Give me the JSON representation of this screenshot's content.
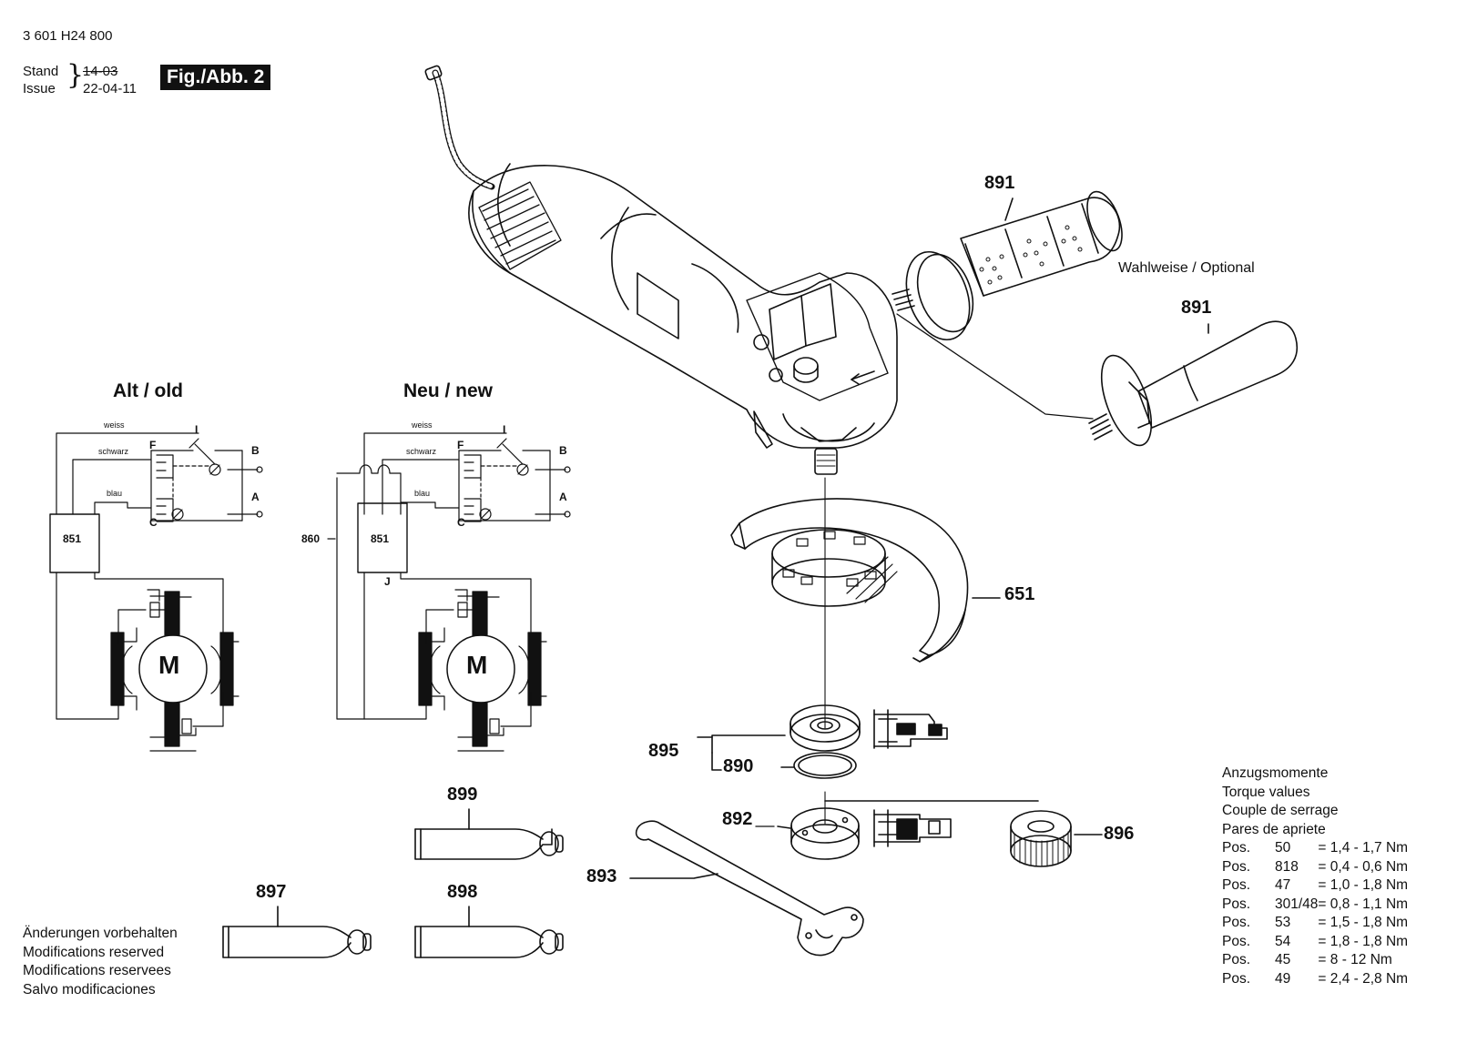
{
  "header": {
    "part_number": "3 601 H24 800",
    "stand_label": "Stand",
    "issue_label": "Issue",
    "old_date": "14-03",
    "new_date": "22-04-11",
    "figure_label": "Fig./Abb. 2"
  },
  "wiring": {
    "old_title": "Alt / old",
    "new_title": "Neu / new",
    "wire_weiss": "weiss",
    "wire_schwarz": "schwarz",
    "wire_blau": "blau",
    "term_I": "I",
    "term_F": "F",
    "term_C": "C",
    "term_B": "B",
    "term_A": "A",
    "term_J": "J",
    "module": "851",
    "choke": "860",
    "motor": "M"
  },
  "optional_label": "Wahlweise / Optional",
  "callouts": {
    "handle_top": "891",
    "handle_opt": "891",
    "guard": "651",
    "flange_set": "895",
    "o_ring": "890",
    "mount_flange": "892",
    "quick_nut": "896",
    "spanner": "893",
    "grease_899": "899",
    "grease_897": "897",
    "grease_898": "898"
  },
  "notes": [
    "Änderungen vorbehalten",
    "Modifications reserved",
    "Modifications reservees",
    "Salvo modificaciones"
  ],
  "torque": {
    "headers": [
      "Anzugsmomente",
      "Torque values",
      "Couple de serrage",
      "Pares de apriete"
    ],
    "rows": [
      {
        "label": "Pos.",
        "pos": "50",
        "value": "= 1,4 - 1,7 Nm"
      },
      {
        "label": "Pos.",
        "pos": "818",
        "value": "= 0,4 - 0,6 Nm"
      },
      {
        "label": "Pos.",
        "pos": "47",
        "value": "= 1,0 - 1,8 Nm"
      },
      {
        "label": "Pos.",
        "pos": "301/48",
        "value": "= 0,8 - 1,1 Nm"
      },
      {
        "label": "Pos.",
        "pos": "53",
        "value": "= 1,5 - 1,8 Nm"
      },
      {
        "label": "Pos.",
        "pos": "54",
        "value": "= 1,8 - 1,8 Nm"
      },
      {
        "label": "Pos.",
        "pos": "45",
        "value": "= 8 - 12 Nm"
      },
      {
        "label": "Pos.",
        "pos": "49",
        "value": "= 2,4 - 2,8 Nm"
      }
    ]
  }
}
